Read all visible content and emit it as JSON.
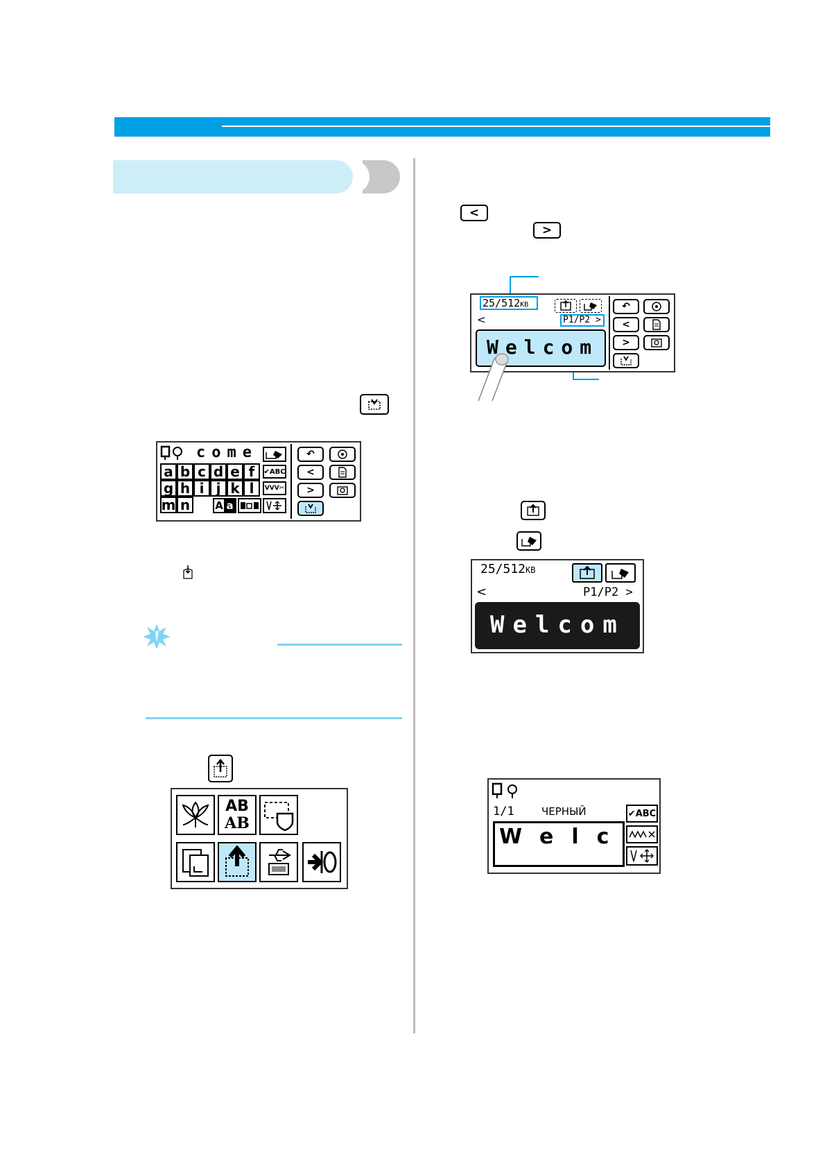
{
  "screen_a": {
    "thread_icon": "thread-spool-icon",
    "entered_text": "come",
    "rows": [
      [
        "a",
        "b",
        "c",
        "d",
        "e",
        "f"
      ],
      [
        "g",
        "h",
        "i",
        "j",
        "k",
        "l"
      ],
      [
        "m",
        "n"
      ]
    ],
    "case_toggle": "Aa",
    "side_labels": [
      "ABC",
      "VVV"
    ],
    "buttons": [
      "↶",
      "<",
      ">"
    ]
  },
  "screen_b": {
    "memory": "25/512",
    "memory_unit": "KB",
    "page": "P1/P2",
    "prev": "<",
    "next": ">",
    "text": "Welcom",
    "buttons": [
      "↶",
      "<",
      ">"
    ]
  },
  "screen_c": {
    "memory": "25/512",
    "memory_unit": "KB",
    "page": "P1/P2",
    "prev": "<",
    "next": ">",
    "text": "Welcom"
  },
  "screen_d": {
    "count": "1/1",
    "color": "ЧЕРНЫЙ",
    "text": "Welc",
    "side_labels": [
      "ABC"
    ]
  },
  "keys": {
    "prev": "<",
    "next": ">"
  },
  "menu": {
    "ab_top": "AB",
    "ab_bottom": "AB"
  }
}
